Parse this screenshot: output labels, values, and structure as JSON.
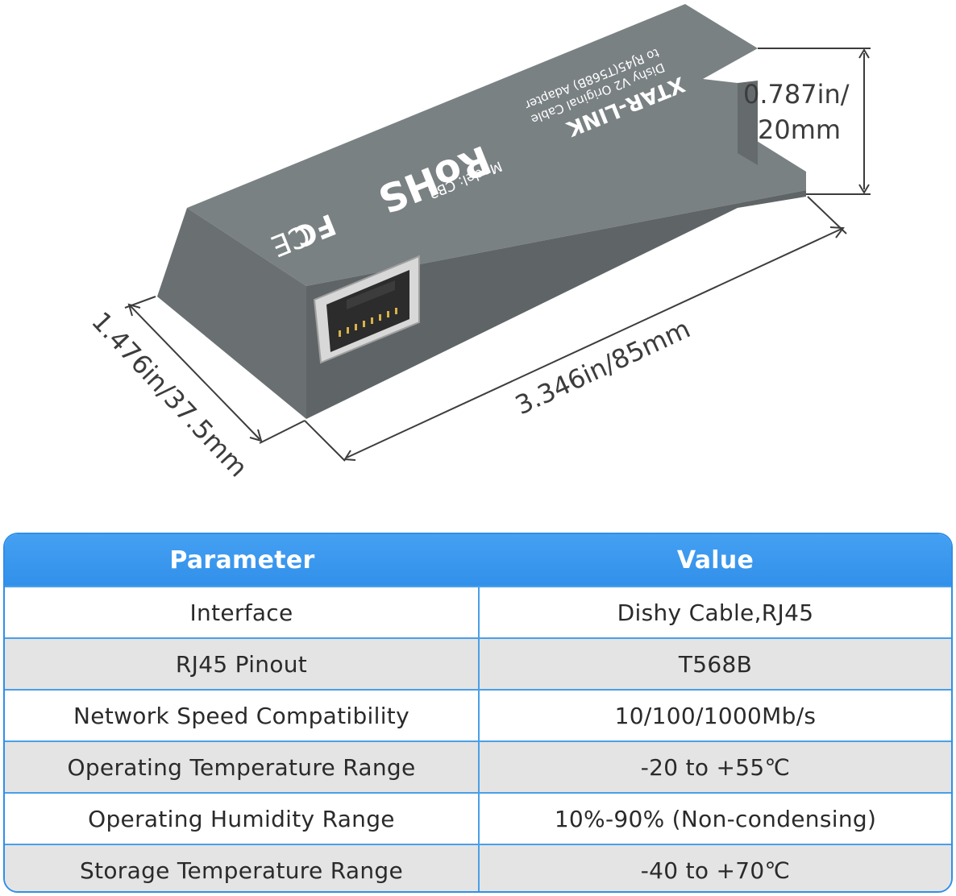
{
  "product": {
    "brand_text": "XTAR-LINK",
    "description_line1": "Dishy V2 Original Cable",
    "description_line2": "to RJ45(T568B) Adapter",
    "rohs_mark": "RoHS",
    "model_text": "Model: CB2",
    "fc_mark": "FC",
    "ce_mark": "CE",
    "body_color": "#6b7274"
  },
  "dimensions": {
    "height_line1": "0.787in/",
    "height_line2": "20mm",
    "length": "3.346in/85mm",
    "width": "1.476in/37.5mm"
  },
  "table": {
    "header_color": "#3a97ee",
    "headers": {
      "parameter": "Parameter",
      "value": "Value"
    },
    "rows": [
      {
        "parameter": "Interface",
        "value": "Dishy Cable,RJ45"
      },
      {
        "parameter": "RJ45 Pinout",
        "value": "T568B"
      },
      {
        "parameter": "Network Speed Compatibility",
        "value": "10/100/1000Mb/s"
      },
      {
        "parameter": "Operating Temperature Range",
        "value": "-20 to +55℃"
      },
      {
        "parameter": "Operating Humidity Range",
        "value": "10%-90% (Non-condensing)"
      },
      {
        "parameter": "Storage Temperature Range",
        "value": "-40 to +70℃"
      }
    ]
  }
}
